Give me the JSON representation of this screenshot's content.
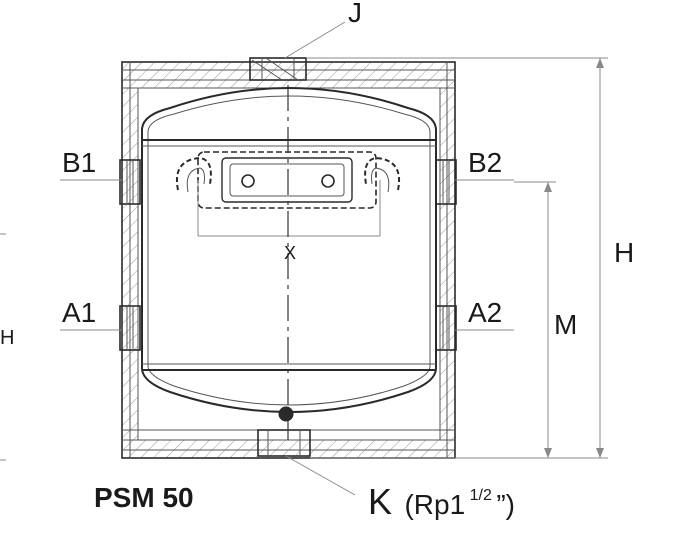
{
  "labels": {
    "j": "J",
    "b1": "B1",
    "b2": "B2",
    "h": "H",
    "h_left": "H",
    "x": "X",
    "a1": "A1",
    "a2": "A2",
    "m": "M",
    "model": "PSM 50",
    "k_main": "K",
    "k_thread_open": "(Rp1",
    "k_sup": "1/2",
    "k_thread_close": "”)"
  },
  "colors": {
    "line": "#2a2a2a",
    "dimension": "#888888",
    "hatch": "#9a9a9a",
    "text": "#1a1a1a"
  }
}
